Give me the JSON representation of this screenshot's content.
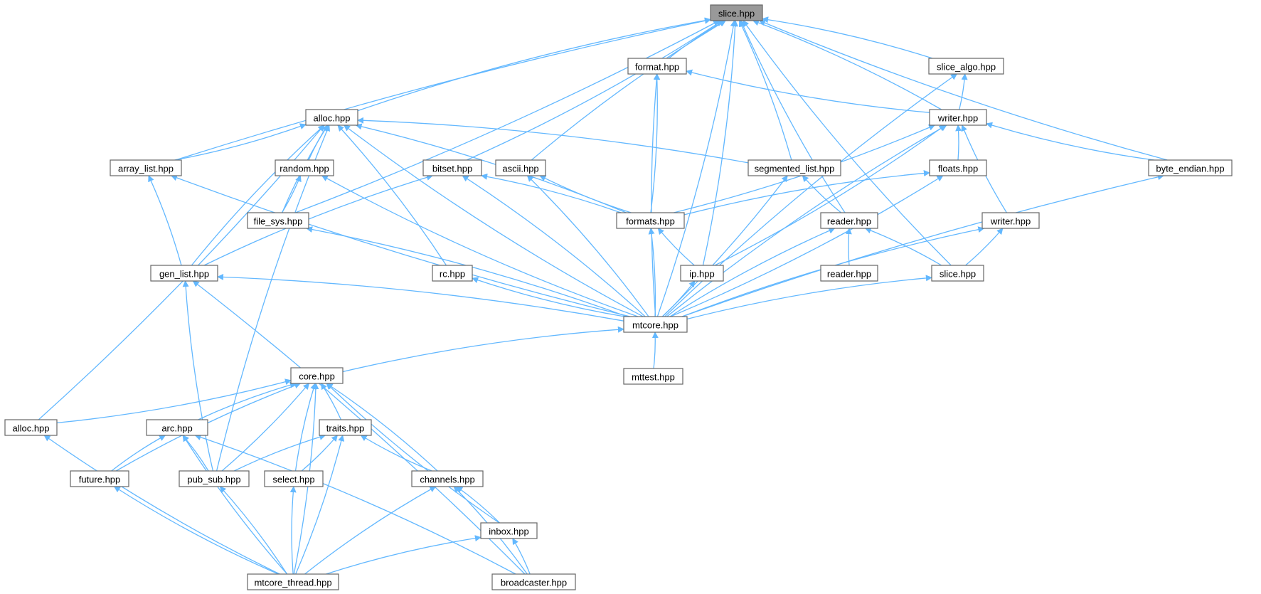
{
  "graph": {
    "colors": {
      "edge": "#63b8ff",
      "node_border": "#666666",
      "highlight_fill": "#999999",
      "node_fill": "#ffffff"
    },
    "nodes": [
      {
        "id": "slice_top",
        "label": "slice.hpp",
        "highlight": true
      },
      {
        "id": "format",
        "label": "format.hpp"
      },
      {
        "id": "slice_algo",
        "label": "slice_algo.hpp"
      },
      {
        "id": "alloc_top",
        "label": "alloc.hpp"
      },
      {
        "id": "writer_top",
        "label": "writer.hpp"
      },
      {
        "id": "array_list",
        "label": "array_list.hpp"
      },
      {
        "id": "random",
        "label": "random.hpp"
      },
      {
        "id": "bitset",
        "label": "bitset.hpp"
      },
      {
        "id": "ascii",
        "label": "ascii.hpp"
      },
      {
        "id": "segmented_list",
        "label": "segmented_list.hpp"
      },
      {
        "id": "floats",
        "label": "floats.hpp"
      },
      {
        "id": "byte_endian",
        "label": "byte_endian.hpp"
      },
      {
        "id": "file_sys",
        "label": "file_sys.hpp"
      },
      {
        "id": "formats",
        "label": "formats.hpp"
      },
      {
        "id": "reader_top",
        "label": "reader.hpp"
      },
      {
        "id": "writer_mid",
        "label": "writer.hpp"
      },
      {
        "id": "gen_list",
        "label": "gen_list.hpp"
      },
      {
        "id": "rc",
        "label": "rc.hpp"
      },
      {
        "id": "ip",
        "label": "ip.hpp"
      },
      {
        "id": "reader_mid",
        "label": "reader.hpp"
      },
      {
        "id": "slice_mid",
        "label": "slice.hpp"
      },
      {
        "id": "mtcore",
        "label": "mtcore.hpp"
      },
      {
        "id": "mttest",
        "label": "mttest.hpp"
      },
      {
        "id": "core",
        "label": "core.hpp"
      },
      {
        "id": "alloc_low",
        "label": "alloc.hpp"
      },
      {
        "id": "arc",
        "label": "arc.hpp"
      },
      {
        "id": "traits",
        "label": "traits.hpp"
      },
      {
        "id": "future",
        "label": "future.hpp"
      },
      {
        "id": "pub_sub",
        "label": "pub_sub.hpp"
      },
      {
        "id": "select",
        "label": "select.hpp"
      },
      {
        "id": "channels",
        "label": "channels.hpp"
      },
      {
        "id": "inbox",
        "label": "inbox.hpp"
      },
      {
        "id": "mtcore_thread",
        "label": "mtcore_thread.hpp"
      },
      {
        "id": "broadcaster",
        "label": "broadcaster.hpp"
      }
    ],
    "edges": [
      [
        "format",
        "slice_top"
      ],
      [
        "slice_algo",
        "slice_top"
      ],
      [
        "alloc_top",
        "slice_top"
      ],
      [
        "writer_top",
        "slice_top"
      ],
      [
        "array_list",
        "slice_top"
      ],
      [
        "bitset",
        "slice_top"
      ],
      [
        "ascii",
        "slice_top"
      ],
      [
        "segmented_list",
        "slice_top"
      ],
      [
        "byte_endian",
        "slice_top"
      ],
      [
        "file_sys",
        "slice_top"
      ],
      [
        "reader_top",
        "slice_top"
      ],
      [
        "ip",
        "slice_top"
      ],
      [
        "slice_mid",
        "slice_top"
      ],
      [
        "mtcore",
        "slice_top"
      ],
      [
        "writer_top",
        "format"
      ],
      [
        "formats",
        "format"
      ],
      [
        "mtcore",
        "format"
      ],
      [
        "writer_top",
        "slice_algo"
      ],
      [
        "mtcore",
        "slice_algo"
      ],
      [
        "array_list",
        "alloc_top"
      ],
      [
        "random",
        "alloc_top"
      ],
      [
        "segmented_list",
        "alloc_top"
      ],
      [
        "file_sys",
        "alloc_top"
      ],
      [
        "formats",
        "alloc_top"
      ],
      [
        "gen_list",
        "alloc_top"
      ],
      [
        "rc",
        "alloc_top"
      ],
      [
        "mtcore",
        "alloc_top"
      ],
      [
        "alloc_low",
        "alloc_top"
      ],
      [
        "pub_sub",
        "alloc_top"
      ],
      [
        "floats",
        "writer_top"
      ],
      [
        "byte_endian",
        "writer_top"
      ],
      [
        "formats",
        "writer_top"
      ],
      [
        "writer_mid",
        "writer_top"
      ],
      [
        "ip",
        "writer_top"
      ],
      [
        "mtcore",
        "writer_top"
      ],
      [
        "gen_list",
        "array_list"
      ],
      [
        "mtcore",
        "array_list"
      ],
      [
        "file_sys",
        "random"
      ],
      [
        "mtcore",
        "random"
      ],
      [
        "formats",
        "bitset"
      ],
      [
        "gen_list",
        "bitset"
      ],
      [
        "mtcore",
        "bitset"
      ],
      [
        "formats",
        "ascii"
      ],
      [
        "mtcore",
        "ascii"
      ],
      [
        "reader_top",
        "segmented_list"
      ],
      [
        "mtcore",
        "segmented_list"
      ],
      [
        "formats",
        "floats"
      ],
      [
        "mtcore",
        "floats"
      ],
      [
        "mtcore",
        "byte_endian"
      ],
      [
        "mtcore",
        "file_sys"
      ],
      [
        "ip",
        "formats"
      ],
      [
        "mtcore",
        "formats"
      ],
      [
        "reader_mid",
        "reader_top"
      ],
      [
        "slice_mid",
        "reader_top"
      ],
      [
        "mtcore",
        "reader_top"
      ],
      [
        "slice_mid",
        "writer_mid"
      ],
      [
        "mtcore",
        "writer_mid"
      ],
      [
        "mtcore",
        "gen_list"
      ],
      [
        "pub_sub",
        "gen_list"
      ],
      [
        "broadcaster",
        "gen_list"
      ],
      [
        "mtcore",
        "rc"
      ],
      [
        "mtcore",
        "ip"
      ],
      [
        "mtcore",
        "slice_mid"
      ],
      [
        "mttest",
        "mtcore"
      ],
      [
        "core",
        "mtcore"
      ],
      [
        "alloc_low",
        "core"
      ],
      [
        "arc",
        "core"
      ],
      [
        "traits",
        "core"
      ],
      [
        "future",
        "core"
      ],
      [
        "pub_sub",
        "core"
      ],
      [
        "select",
        "core"
      ],
      [
        "channels",
        "core"
      ],
      [
        "inbox",
        "core"
      ],
      [
        "mtcore_thread",
        "core"
      ],
      [
        "future",
        "arc"
      ],
      [
        "pub_sub",
        "arc"
      ],
      [
        "mtcore_thread",
        "arc"
      ],
      [
        "broadcaster",
        "arc"
      ],
      [
        "pub_sub",
        "traits"
      ],
      [
        "select",
        "traits"
      ],
      [
        "channels",
        "traits"
      ],
      [
        "mtcore_thread",
        "traits"
      ],
      [
        "mtcore_thread",
        "future"
      ],
      [
        "mtcore_thread",
        "pub_sub"
      ],
      [
        "mtcore_thread",
        "select"
      ],
      [
        "inbox",
        "channels"
      ],
      [
        "mtcore_thread",
        "channels"
      ],
      [
        "broadcaster",
        "channels"
      ],
      [
        "mtcore_thread",
        "inbox"
      ],
      [
        "broadcaster",
        "inbox"
      ],
      [
        "mtcore_thread",
        "alloc_low"
      ]
    ]
  }
}
